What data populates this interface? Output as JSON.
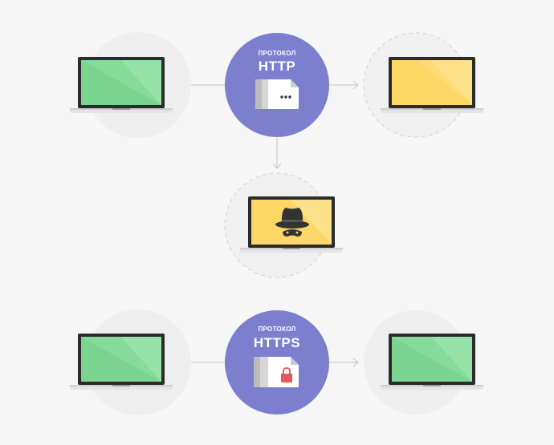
{
  "colors": {
    "background": "#f6f6f6",
    "node_circle": "#eeeeee",
    "protocol_circle": "#7b7fce",
    "arrow": "#bdbdbd",
    "laptop_frame": "#2b2b2b",
    "screen_green": "#7ad48f",
    "screen_yellow": "#fcd766",
    "lock": "#e6575a"
  },
  "http_flow": {
    "protocol_caption": "ПРОТОКОЛ",
    "protocol_name": "HTTP",
    "sender": {
      "screen": "green",
      "circle": "solid"
    },
    "receiver": {
      "screen": "yellow",
      "circle": "dashed"
    },
    "interceptor": {
      "screen": "yellow",
      "circle": "dashed",
      "icon": "spy-icon"
    },
    "document_icon": "document-dots-icon"
  },
  "https_flow": {
    "protocol_caption": "ПРОТОКОЛ",
    "protocol_name": "HTTPS",
    "sender": {
      "screen": "green",
      "circle": "solid"
    },
    "receiver": {
      "screen": "green",
      "circle": "solid"
    },
    "document_icon": "document-lock-icon"
  }
}
